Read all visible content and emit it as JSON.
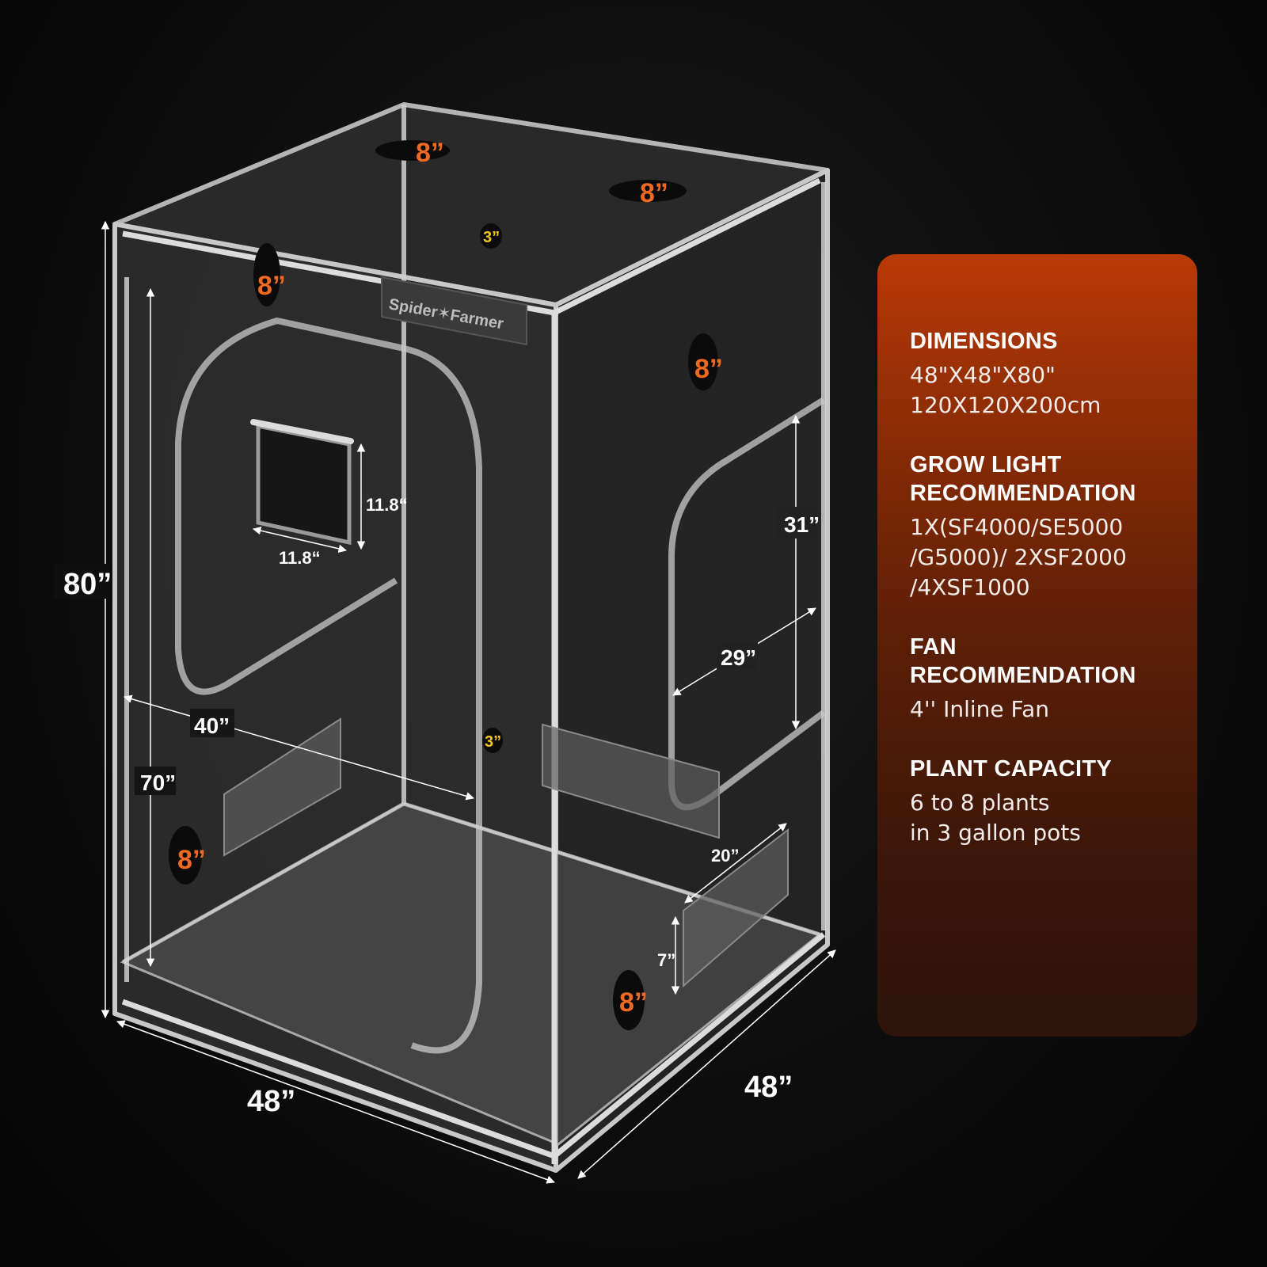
{
  "tent": {
    "logo_text": "Spider✶Farmer",
    "labels": {
      "height_total": "80”",
      "height_door": "70”",
      "width_front": "48”",
      "depth_side": "48”",
      "door_width": "40”",
      "window_width": "11.8“",
      "window_height": "11.8“",
      "side_door_height": "31”",
      "side_door_width": "29”",
      "side_window_width": "20”",
      "side_window_height": "7”",
      "vent_large": "8”",
      "vent_small": "3”"
    },
    "colors": {
      "vent_large_text": "#ee6a22",
      "vent_small_text": "#f2c521",
      "panel_top": "#b93a05",
      "panel_bottom": "#2c130b"
    }
  },
  "specs": [
    {
      "heading": "DIMENSIONS",
      "value": "48\"X48\"X80\"\n120X120X200cm"
    },
    {
      "heading": "GROW LIGHT\nRECOMMENDATION",
      "value": "1X(SF4000/SE5000\n/G5000)/ 2XSF2000\n/4XSF1000"
    },
    {
      "heading": "FAN\nRECOMMENDATION",
      "value": "4'' Inline Fan"
    },
    {
      "heading": "PLANT CAPACITY",
      "value": "6 to 8 plants\nin 3 gallon pots"
    }
  ]
}
